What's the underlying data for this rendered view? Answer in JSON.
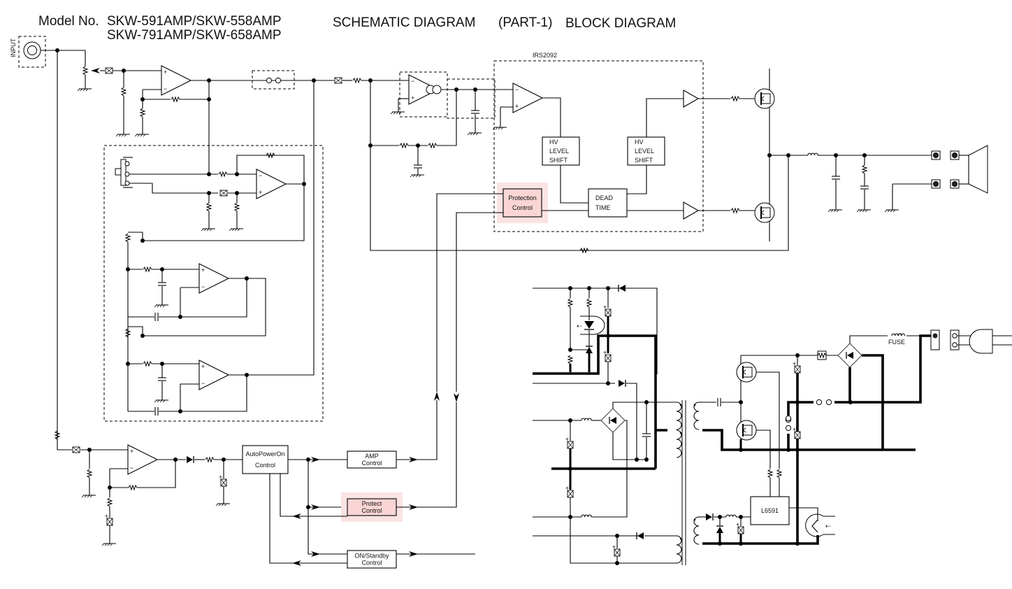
{
  "header": {
    "model_label": "Model No.",
    "models_line1": "SKW-591AMP/SKW-558AMP",
    "models_line2": "SKW-791AMP/SKW-658AMP",
    "title": "SCHEMATIC DIAGRAM",
    "part": "(PART-1)",
    "subtitle": "BLOCK DIAGRAM"
  },
  "labels": {
    "input": "INPUT",
    "ic_driver": "IRS2092",
    "hv_level_shift_1": [
      "HV",
      "LEVEL",
      "SHIFT"
    ],
    "hv_level_shift_2": [
      "HV",
      "LEVEL",
      "SHIFT"
    ],
    "protection_control": [
      "Protection",
      "Control"
    ],
    "dead_time": [
      "DEAD",
      "TIME"
    ],
    "auto_power_on": [
      "AutoPowerOn",
      "Control"
    ],
    "amp_control": [
      "AMP",
      "Control"
    ],
    "protect_control": [
      "Protect",
      "Control"
    ],
    "on_standby_control": [
      "ON/Standby",
      "Control"
    ],
    "pwm_ic": "L6591",
    "fuse": "FUSE"
  },
  "colors": {
    "line": "#000000",
    "highlight_fill": "#f9d5d5",
    "highlight_glow": "#fbe3e3",
    "title_text": "#111111"
  }
}
